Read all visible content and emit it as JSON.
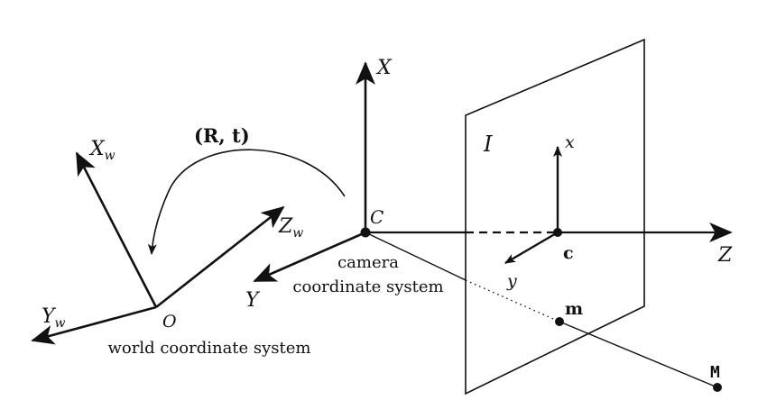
{
  "labels": {
    "axis_X": "X",
    "axis_Y": "Y",
    "axis_Z": "Z",
    "camera_center": "C",
    "image_plane": "I",
    "img_axis_x": "x",
    "img_axis_y": "y",
    "principal_point": "c",
    "image_point": "m",
    "world_point": "M",
    "world_axis_Xw_main": "X",
    "world_axis_Xw_sub": "w",
    "world_axis_Yw_main": "Y",
    "world_axis_Yw_sub": "w",
    "world_axis_Zw_main": "Z",
    "world_axis_Zw_sub": "w",
    "world_origin": "O",
    "transform": "(R, t)",
    "camera_caption_line1": "camera",
    "camera_caption_line2": "coordinate system",
    "world_caption": "world coordinate system"
  },
  "colors": {
    "ink": "#111111",
    "background": "#ffffff"
  }
}
